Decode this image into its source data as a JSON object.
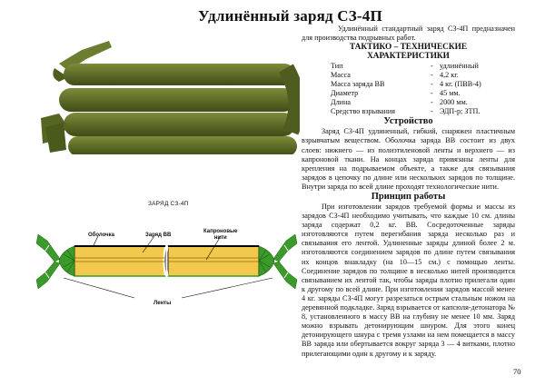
{
  "page": {
    "title": "Удлинённый заряд  СЗ-4П",
    "page_number": "70"
  },
  "intro": "Удлинённый стандартный заряд СЗ-4П предназначен для производства подрывных работ.",
  "specs": {
    "heading_line1": "ТАКТИКО – ТЕХНИЧЕСКИЕ",
    "heading_line2": "ХАРАКТЕРИСТИКИ",
    "rows": [
      {
        "key": "Тип",
        "dash": "-",
        "value": "удлинённый"
      },
      {
        "key": "Масса",
        "dash": "-",
        "value": "4,2 кг."
      },
      {
        "key": "Масса заряда ВВ",
        "dash": "-",
        "value": "4 кг. (ПВВ-4)"
      },
      {
        "key": "Диаметр",
        "dash": "-",
        "value": "45 мм."
      },
      {
        "key": "Длина",
        "dash": "-",
        "value": "2000 мм."
      },
      {
        "key": "Средство взрывания",
        "dash": "-",
        "value": "ЭДП-р; ЗТП."
      }
    ]
  },
  "device": {
    "heading": "Устройство",
    "text": "Заряд СЗ-4П удлиненный, гибкий, снаряжен пластичным взрывчатым веществом. Оболочка заряда ВВ состоит из двух слоев: нижнего — из полиэтиленовой ленты и верхнего — из капроновой ткани. На концах заряда привязаны ленты для крепления на подрываемом объекте, а также для связывания зарядов в цепочку по длине или нескольких зарядов по толщине. Внутри заряда по всей длине проходят технологические нити."
  },
  "principle": {
    "heading": "Принцип работы",
    "text": "При изготовлении зарядов требуемой формы и массы из зарядов СЗ-4П необходимо учитывать, что каждые 10 см. длины заряда содержат 0,2 кг. ВВ. Сосредоточенные заряды изготовляются путем перегибания заряда несколько раз и связывания его лентой. Удлиненные заряды длиной более 2 м. изготовляются соединением зарядов по длине путем связывания их концов внакладку (на 10—15 см.) с помощью ленты. Соединение зарядов по толщине в несколько нитей производится связыванием их лентой так, чтобы заряды плотно прилегали один к другому по всей длине. При изготовлении зарядов массой менее 4 кг. заряды СЗ-4П могут разрезаться острым стальным ножом на деревянной подкладке. Заряд взрывается от капсюля-детонатора № 8, установленного в массу ВВ на глубину не менее 10 мм. Заряд можно взрывать детонирующим шнуром. Для этого конец детонирующего шнура с тремя узлами на нем помещается в массу ВВ заряда или обертывается вокруг заряда 3 — 4 витками, плотно прилегающими один к другому и к заряду."
  },
  "diagram": {
    "title": "ЗАРЯД  СЗ-4П",
    "labels": {
      "shell": "Оболочка",
      "charge": "Заряд ВВ",
      "threads_line1": "Капроновые",
      "threads_line2": "нити",
      "ribbons": "Ленты"
    },
    "colors": {
      "charge_fill": "#f2c94c",
      "ribbon_green": "#3a9a2a",
      "outline": "#1a1a1a"
    }
  },
  "photo": {
    "subject": "olive-green elongated charge coiled in loops",
    "color": "#5e6f2a"
  }
}
